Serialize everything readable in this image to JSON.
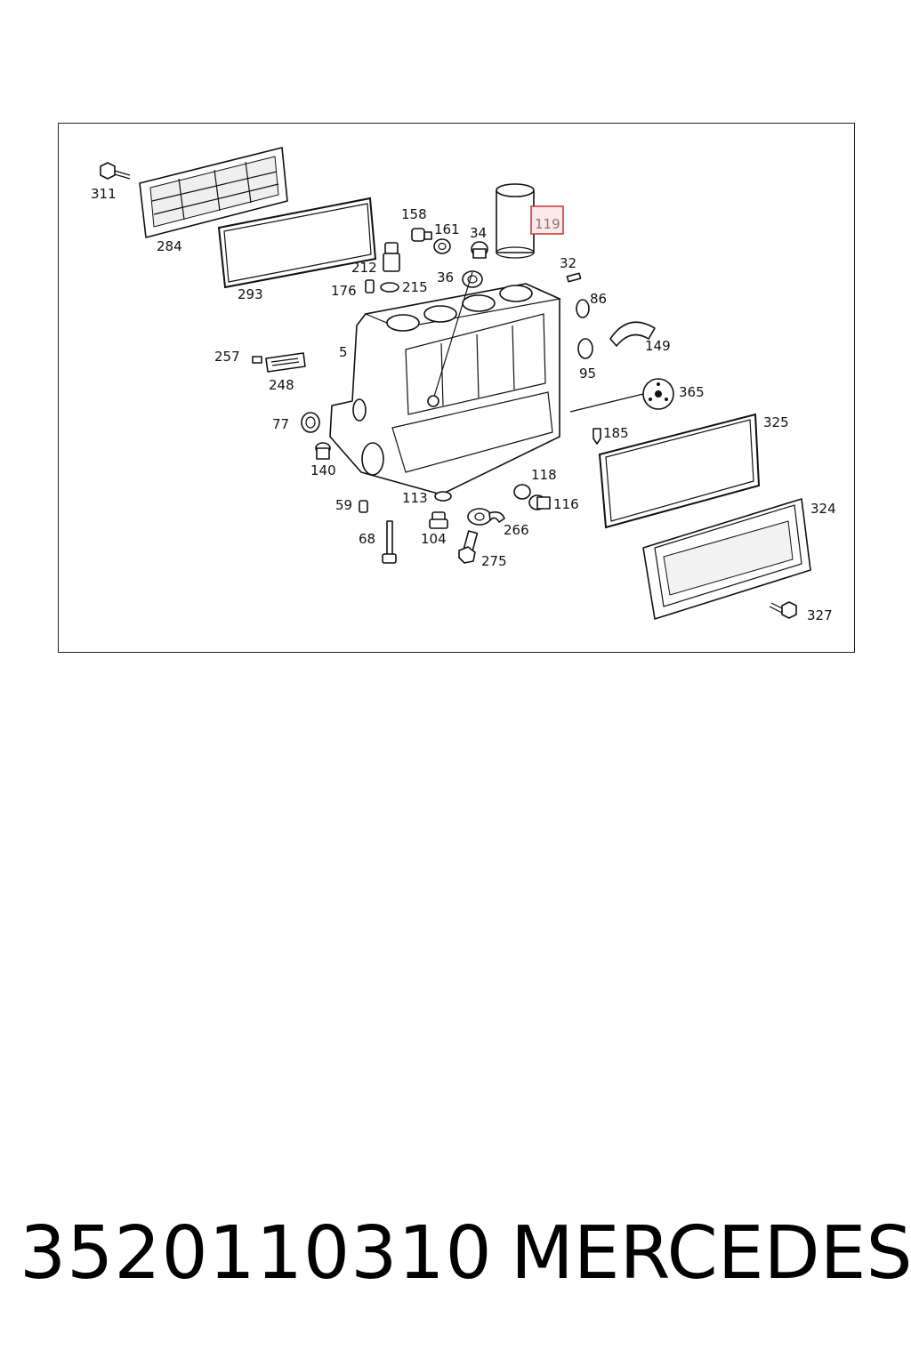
{
  "diagram": {
    "callouts": {
      "c311": "311",
      "c284": "284",
      "c293": "293",
      "c158": "158",
      "c161": "161",
      "c34": "34",
      "c119": "119",
      "c212": "212",
      "c32": "32",
      "c176": "176",
      "c215": "215",
      "c36": "36",
      "c86": "86",
      "c149": "149",
      "c257": "257",
      "c5": "5",
      "c95": "95",
      "c248": "248",
      "c365": "365",
      "c77": "77",
      "c185": "185",
      "c325": "325",
      "c140": "140",
      "c118": "118",
      "c59": "59",
      "c113": "113",
      "c116": "116",
      "c324": "324",
      "c68": "68",
      "c104": "104",
      "c266": "266",
      "c275": "275",
      "c327": "327"
    },
    "highlighted_callout": "119",
    "highlight_color": "#d33a3a"
  },
  "footer": {
    "part_number": "3520110310",
    "brand": "MERCEDES"
  }
}
